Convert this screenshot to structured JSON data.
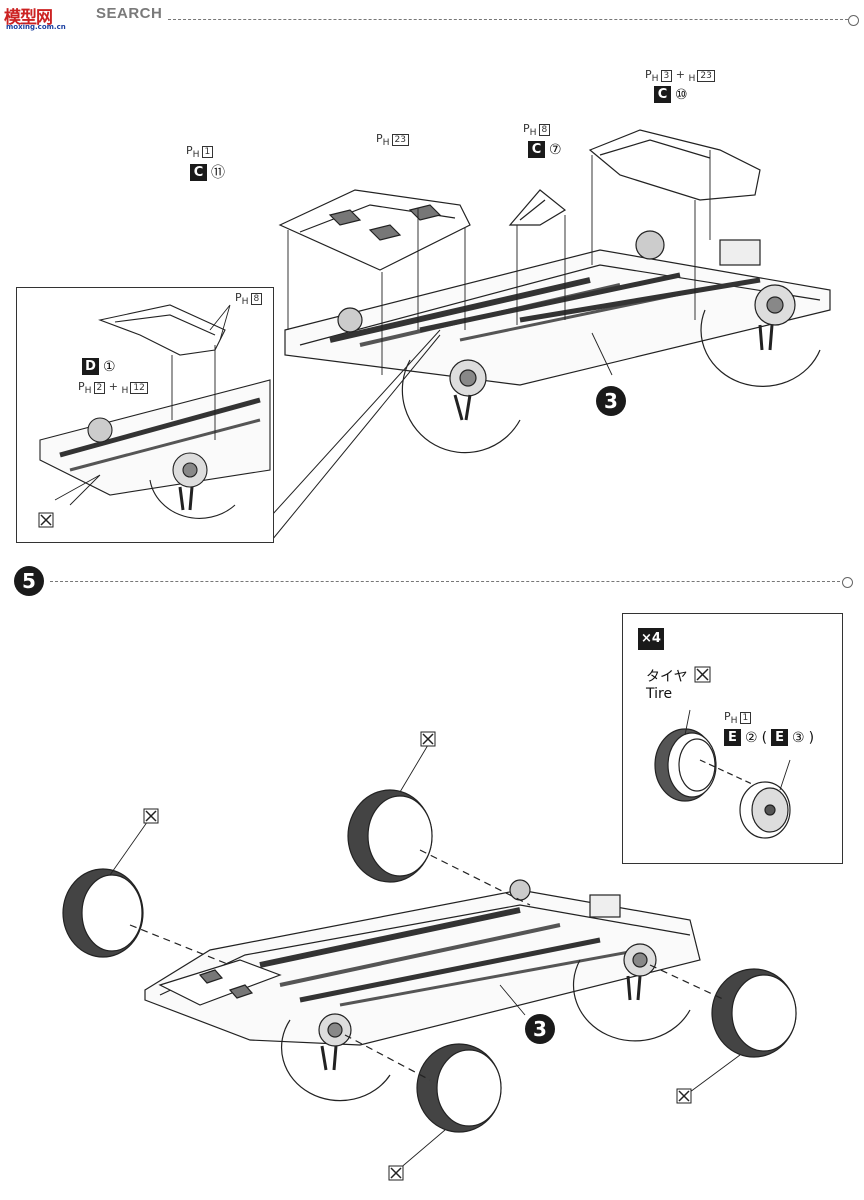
{
  "header": {
    "logo_cn": "模型网",
    "logo_url": "moxing.com.cn",
    "brand": "SEARCH"
  },
  "step5": {
    "number": "5"
  },
  "ref3": {
    "label": "3"
  },
  "parts": [
    {
      "id": "ph1_c11",
      "ph": "1",
      "letter": "C",
      "num": "⑪"
    },
    {
      "id": "ph23",
      "ph": "23"
    },
    {
      "id": "ph8_c7",
      "ph": "8",
      "letter": "C",
      "num": "⑦"
    },
    {
      "id": "ph3_h23_c10",
      "ph": "3",
      "h": "23",
      "letter": "C",
      "num": "⑩"
    },
    {
      "id": "ph8_d1",
      "ph": "8",
      "letter": "D",
      "num": "①",
      "ph2": "2",
      "h2": "12"
    }
  ],
  "inset": {
    "multiplier": "×4",
    "tire_jp": "タイヤ",
    "tire_en": "Tire",
    "ph": "1",
    "part_a": {
      "letter": "E",
      "num": "②"
    },
    "part_b": {
      "letter": "E",
      "num": "③"
    }
  },
  "prefixes": {
    "p": "P",
    "h": "H",
    "plus": "+"
  }
}
